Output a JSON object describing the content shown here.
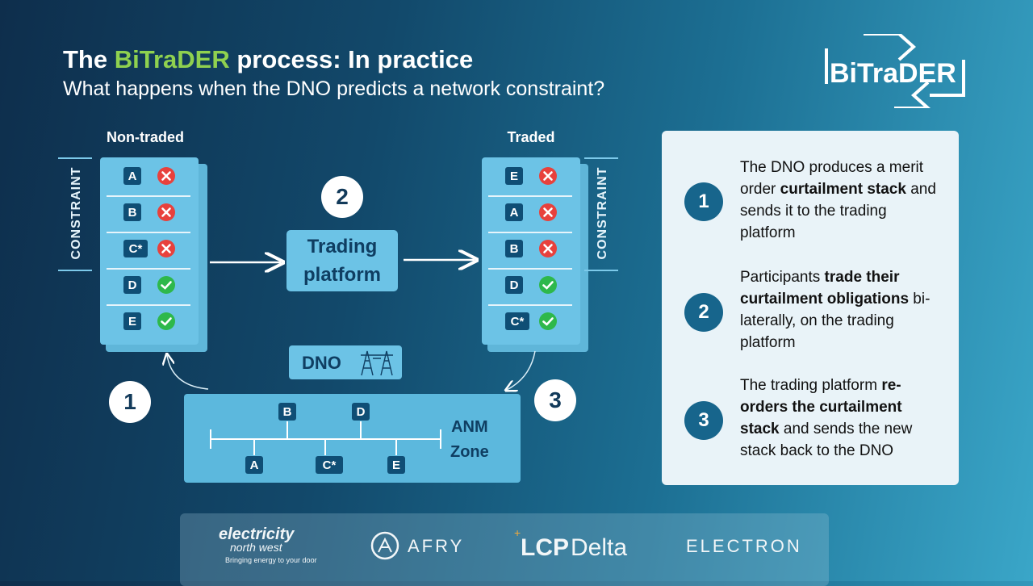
{
  "header": {
    "title_prefix": "The ",
    "title_brand": "BiTraDER",
    "title_suffix": " process: In practice",
    "subtitle": "What happens when the DNO predicts a network constraint?"
  },
  "logo": {
    "text": "BiTraDER"
  },
  "diagram": {
    "non_traded": {
      "label": "Non-traded",
      "constraint_label": "CONSTRAINT",
      "rows": [
        {
          "id": "A",
          "status": "cross"
        },
        {
          "id": "B",
          "status": "cross"
        },
        {
          "id": "C*",
          "status": "cross"
        },
        {
          "id": "D",
          "status": "check"
        },
        {
          "id": "E",
          "status": "check"
        }
      ]
    },
    "traded": {
      "label": "Traded",
      "constraint_label": "CONSTRAINT",
      "rows": [
        {
          "id": "E",
          "status": "cross"
        },
        {
          "id": "A",
          "status": "cross"
        },
        {
          "id": "B",
          "status": "cross"
        },
        {
          "id": "D",
          "status": "check"
        },
        {
          "id": "C*",
          "status": "check"
        }
      ]
    },
    "trading_platform": {
      "line1": "Trading",
      "line2": "platform"
    },
    "dno": {
      "label": "DNO",
      "icon": "pylon-icon"
    },
    "steps": [
      "1",
      "2",
      "3"
    ],
    "anm_zone": {
      "line1": "ANM",
      "line2": "Zone",
      "top_nodes": [
        "B",
        "D"
      ],
      "bottom_nodes": [
        "A",
        "C*",
        "E"
      ]
    }
  },
  "panel": {
    "steps": [
      {
        "number": "1",
        "t1": "The DNO produces a merit order ",
        "b1": "curtailment stack",
        "t2": " and sends it to the trading platform"
      },
      {
        "number": "2",
        "t1": "Participants ",
        "b1": "trade their curtailment obligations",
        "t2": " bi-laterally, on the trading platform"
      },
      {
        "number": "3",
        "t1": "The trading platform ",
        "b1": "re-orders the curtailment stack",
        "t2": " and sends the new stack back to the DNO"
      }
    ]
  },
  "footer": {
    "enw_line1": "electricity",
    "enw_line2": "north west",
    "enw_tagline": "Bringing energy to your door",
    "afry": "AFRY",
    "lcp": "LCP",
    "delta": "Delta",
    "electron": "ELECTRON"
  },
  "colors": {
    "brand_green": "#8fd14f",
    "cross": "#e8413c",
    "check": "#2eb84b",
    "accent": "#17658c"
  }
}
